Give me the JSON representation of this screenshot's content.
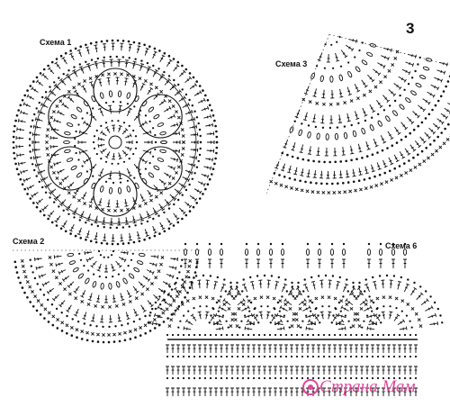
{
  "page_number": "3",
  "labels": {
    "scheme1": "Схема 1",
    "scheme2": "Схема 2",
    "scheme3": "Схема 3",
    "scheme6": "Схема 6"
  },
  "watermark": {
    "text": "Страна Мам"
  },
  "colors": {
    "ink": "#111111",
    "watermark": "#e0479a",
    "background": "#ffffff"
  },
  "icons": [
    "crochet-chain-dot",
    "double-crochet-stitch",
    "single-crochet-cross",
    "bobble-stitch",
    "watermark-logo-icon"
  ]
}
